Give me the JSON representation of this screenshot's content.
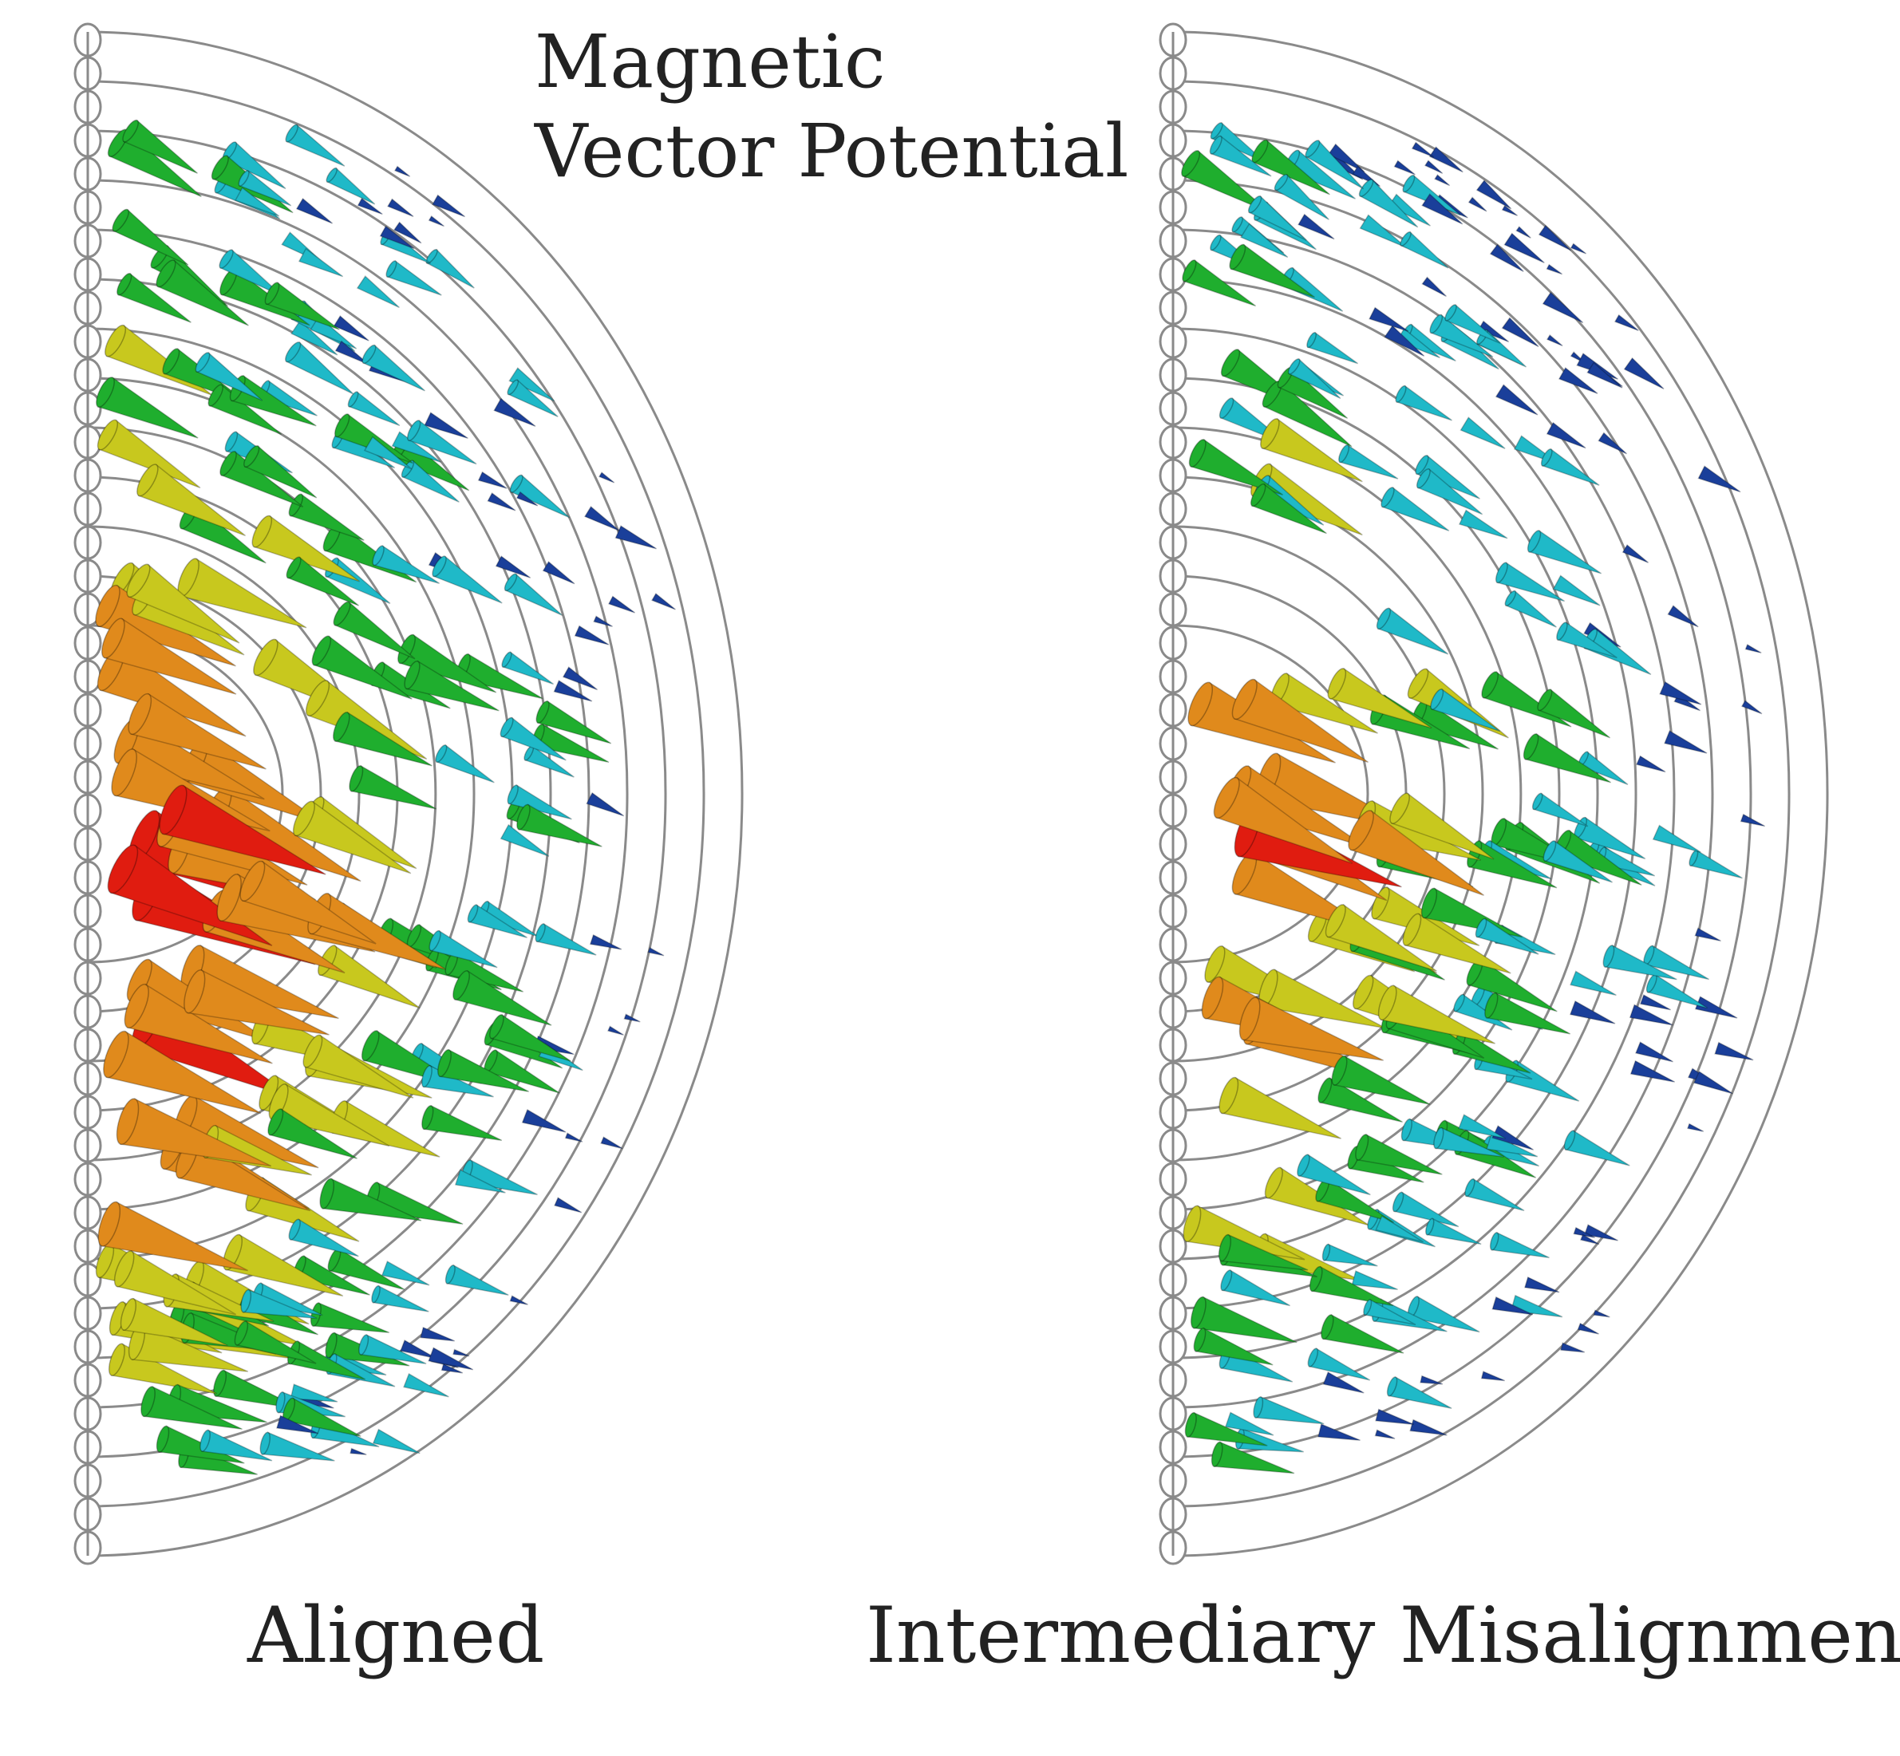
{
  "title": {
    "line1": "Magnetic",
    "line2": "Vector Potential"
  },
  "panels": [
    {
      "caption": "Aligned",
      "variant": "aligned"
    },
    {
      "caption": "Intermediary Misalignment",
      "variant": "misaligned"
    }
  ],
  "colors": {
    "outline": "#8a8a8a",
    "low": "#1a3f9a",
    "cyan": "#1fb9c8",
    "green": "#1fae2e",
    "yellow": "#c8c81e",
    "orange": "#e08a1c",
    "red": "#e01c10"
  }
}
